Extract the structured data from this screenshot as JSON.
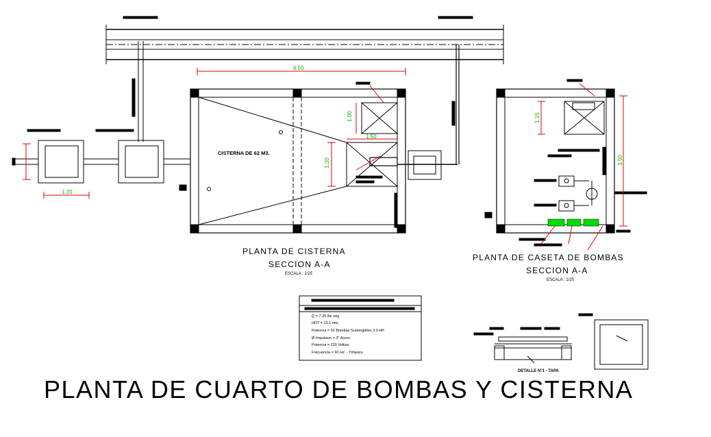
{
  "drawing": {
    "main_title": "PLANTA DE CUARTO DE BOMBAS Y CISTERNA",
    "cisterna": {
      "title": "PLANTA DE CISTERNA",
      "section": "SECCION A-A",
      "scale": "ESCALA : 1/25",
      "tank_label": "CISTERNA DE 62 M3.",
      "dims": {
        "width": "6.50",
        "pit_width": "1.50",
        "pit_height": "1.20",
        "box_height": "1.00",
        "registro_width": "1.20"
      }
    },
    "caseta": {
      "title": "PLANTA DE CASETA DE BOMBAS",
      "section": "SECCION A-A",
      "scale": "ESCALA : 1/25",
      "dims": {
        "height": "3.50",
        "box_height": "1.15"
      }
    },
    "specs": {
      "lines": [
        "Q        =      7.25 lts/ seg.",
        "HDT      =      13.1 mts.",
        "Potencia =      02 Bombas Sumergibles  3.0 HP.",
        "Ø Impulsion  =   3\" Acero",
        "Potencia =   220 Voltios",
        "Frecuencia = 60 Hz. - Trifasico"
      ]
    },
    "detalle": {
      "title": "DETALLE N°1 - TAPA"
    },
    "section_marks": {
      "a": "A"
    }
  }
}
